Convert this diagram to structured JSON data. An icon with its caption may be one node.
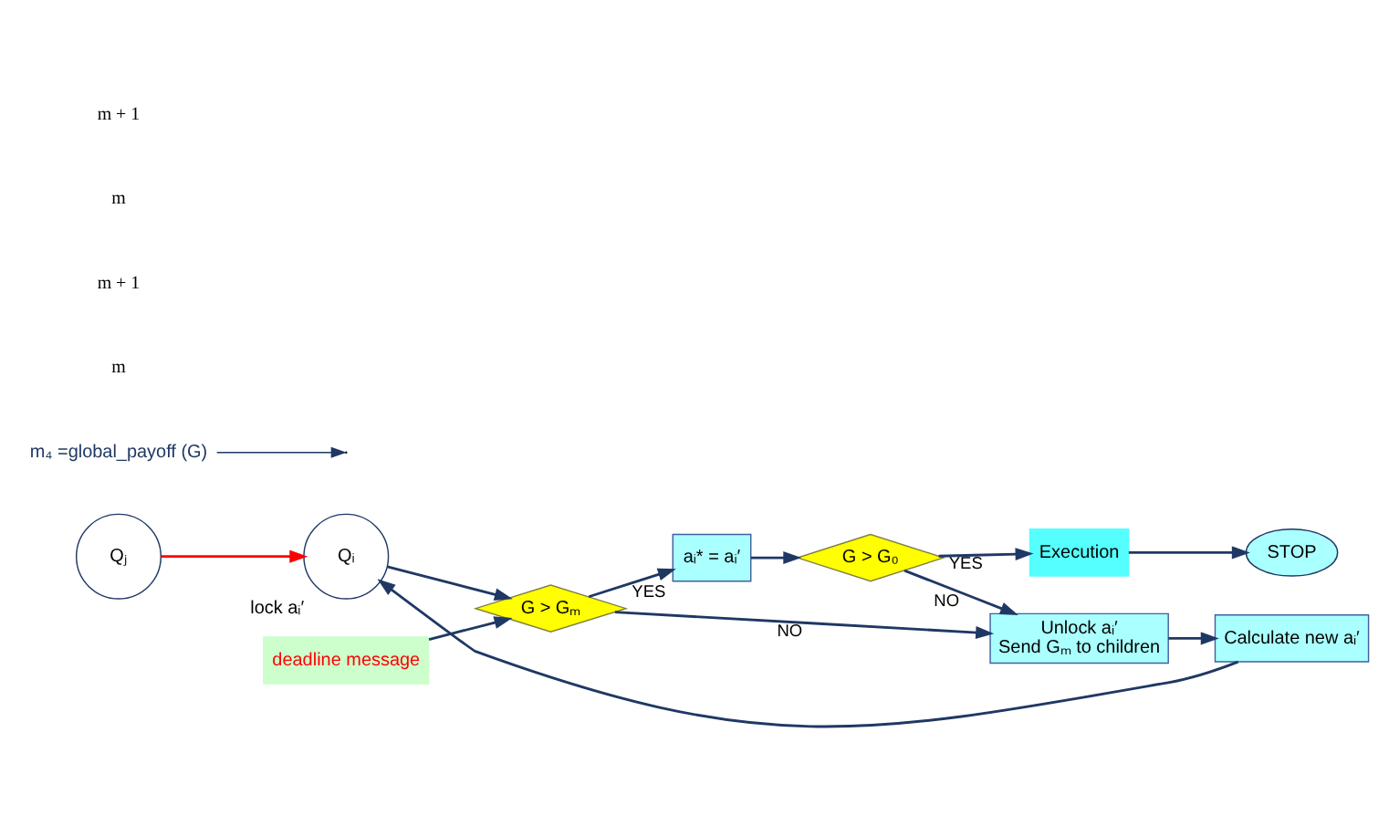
{
  "diagram": {
    "nodes": [
      {
        "text": [
          "Qⱼ"
        ]
      },
      {
        "text": [
          "Qᵢ"
        ],
        "beside": [
          "lock aᵢ′"
        ]
      },
      {
        "text": [
          "deadline message"
        ]
      },
      {
        "text": [
          "G > Gₘ"
        ]
      },
      {
        "text": [
          "aᵢ* = aᵢ′"
        ]
      },
      {
        "text": [
          "G > G₀"
        ]
      },
      {
        "text": [
          "Execution"
        ]
      },
      {
        "text": [
          "STOP"
        ]
      },
      {
        "text": [
          "Unlock aᵢ′",
          "Send Gₘ to children"
        ]
      },
      {
        "text": [
          "Calculate new aᵢ′"
        ]
      },
      {
        "text": [
          "m₄ =global_payoff (G)"
        ]
      }
    ],
    "edges": [
      {
        "from": 0,
        "to": 1,
        "arrow": "to",
        "color": "#ff0000"
      },
      {
        "from": 1,
        "to": 3,
        "arrow": "to"
      },
      {
        "from": 2,
        "to": 3,
        "arrow": "to"
      },
      {
        "from": 3,
        "to": 4,
        "arrow": "to",
        "label": "YES"
      },
      {
        "from": 3,
        "to": 8,
        "arrow": "to",
        "label": "NO"
      },
      {
        "from": 4,
        "to": 5,
        "arrow": "to"
      },
      {
        "from": 5,
        "to": 6,
        "arrow": "to",
        "label": "YES"
      },
      {
        "from": 6,
        "to": 7,
        "arrow": "to"
      },
      {
        "from": 5,
        "to": 8,
        "arrow": "to",
        "label": "NO"
      },
      {
        "from": 8,
        "to": 9,
        "arrow": "to"
      },
      {
        "from": 9,
        "to": 1,
        "arrow": "to"
      },
      {
        "from": 10,
        "to": null,
        "arrow": "to"
      }
    ],
    "labels": [
      "m",
      "m + 1",
      "m",
      "m + 1"
    ]
  }
}
